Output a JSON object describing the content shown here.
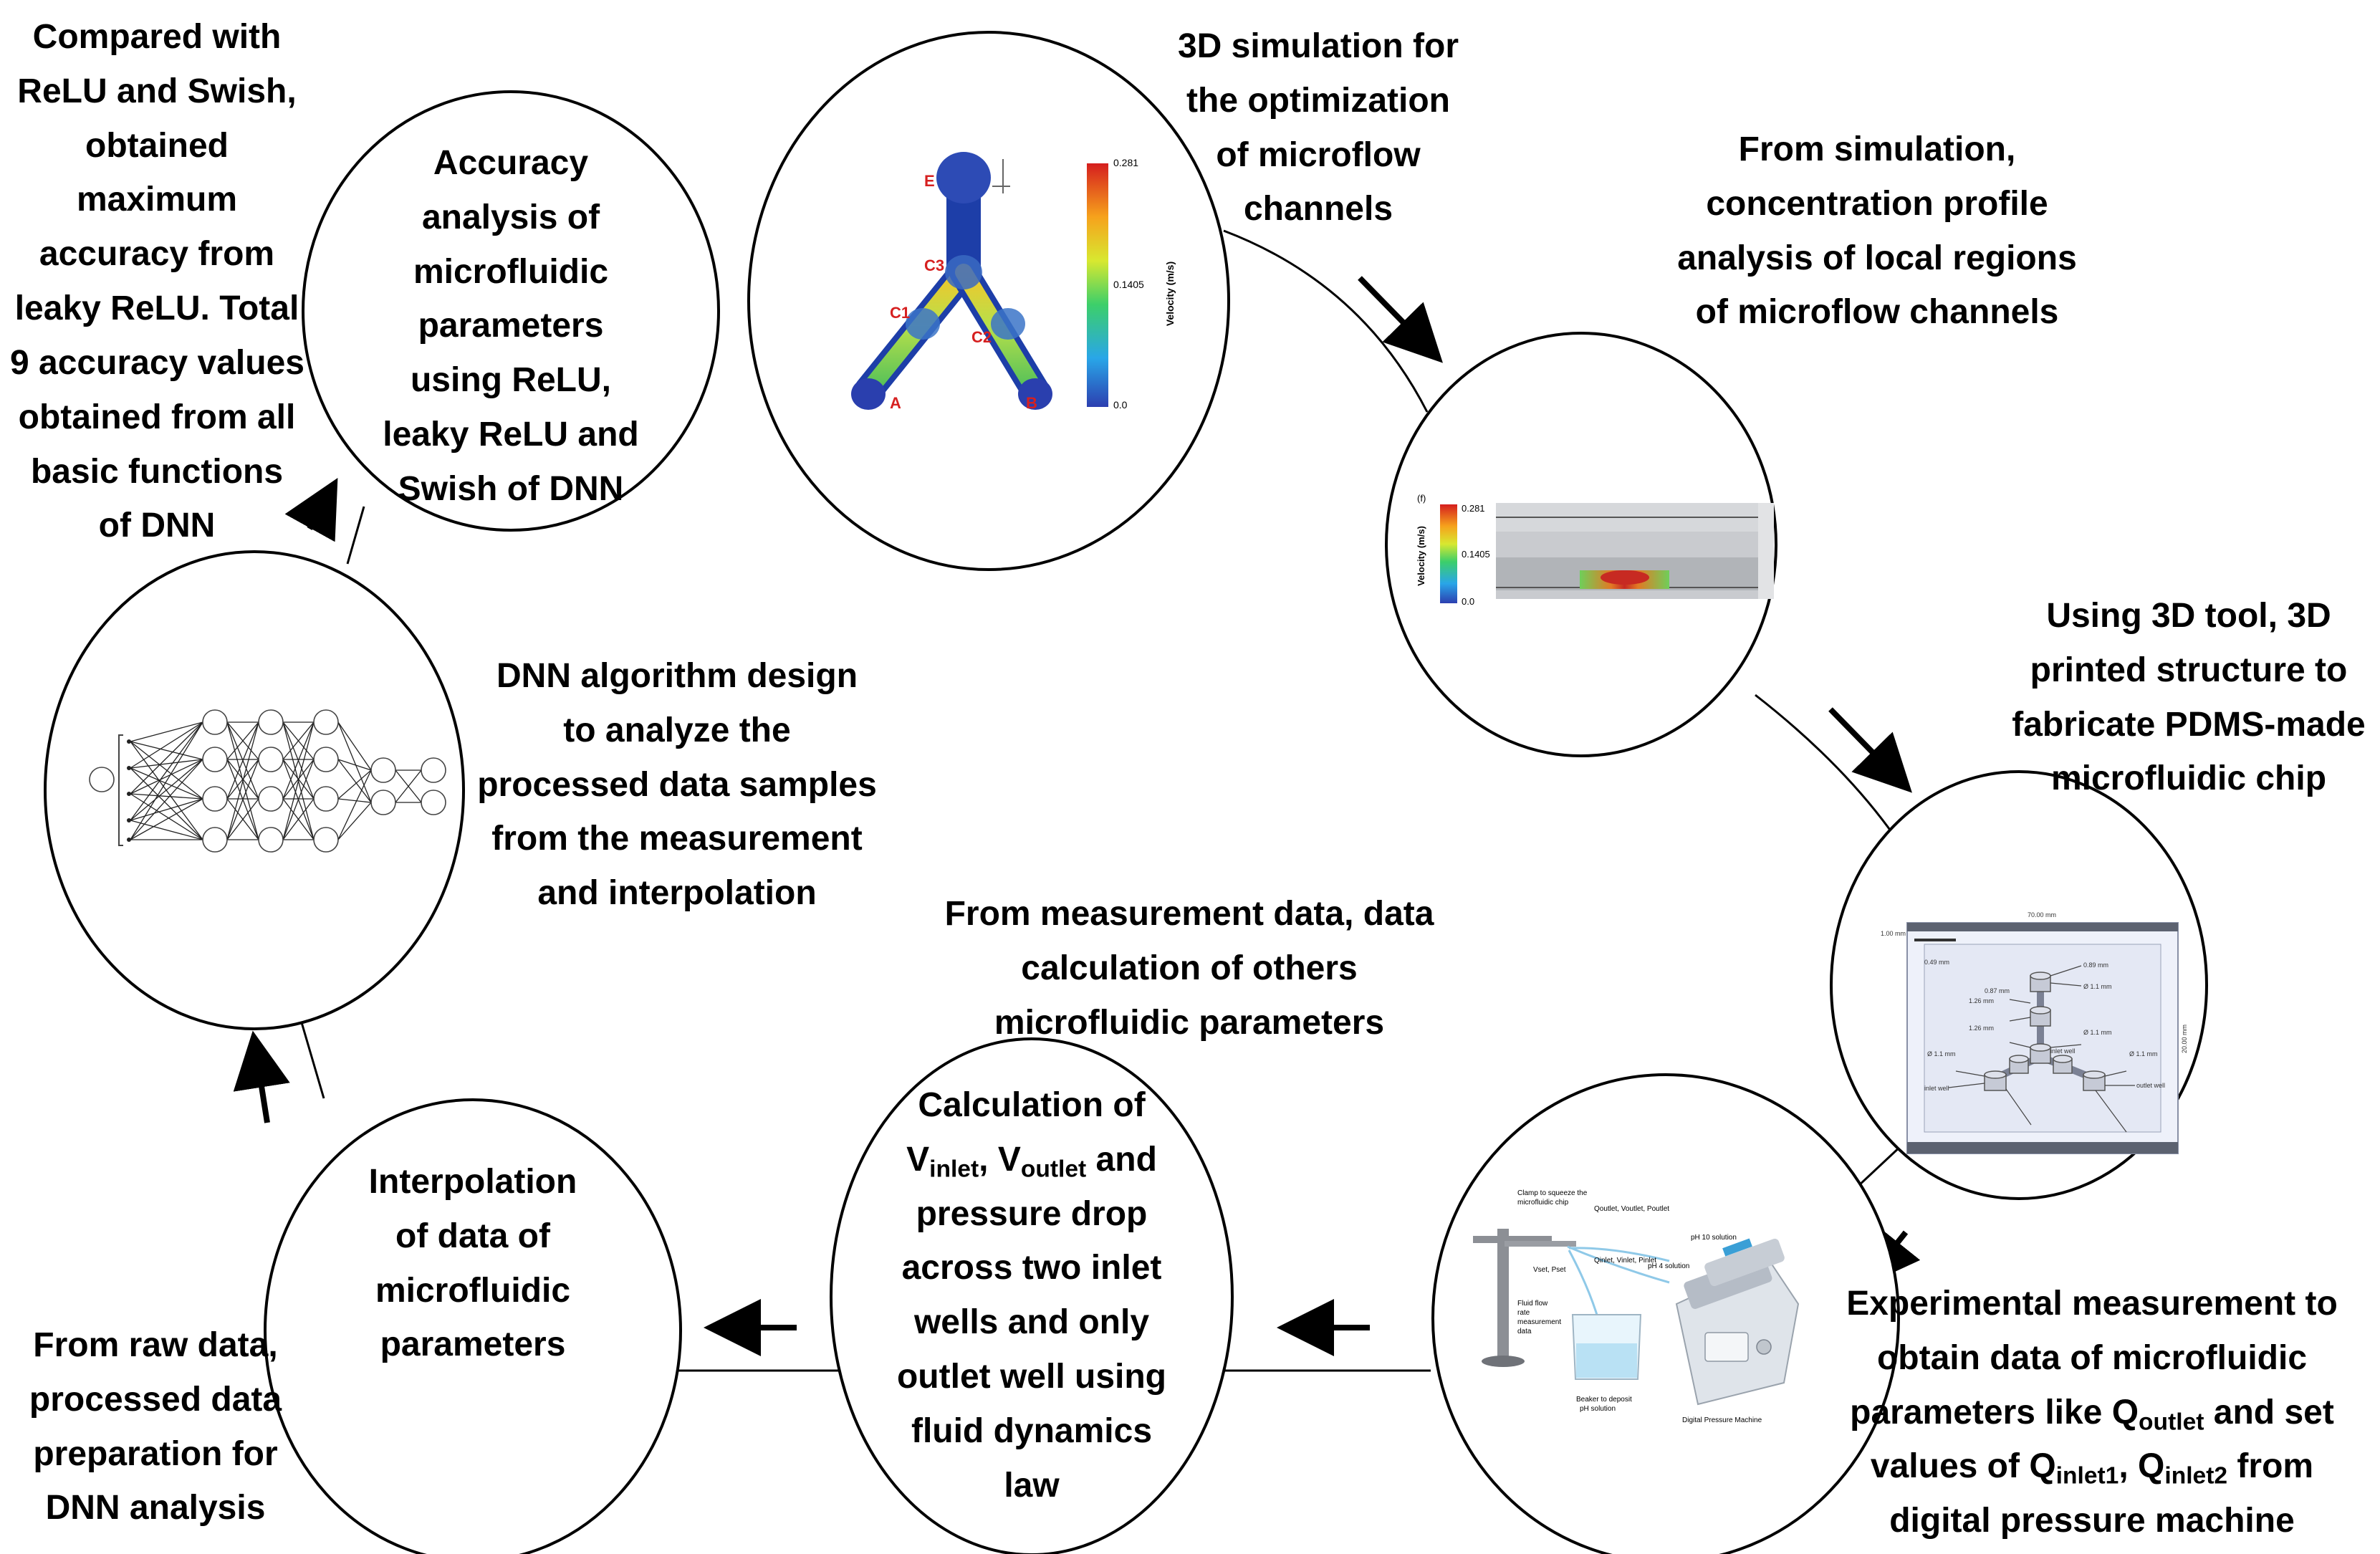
{
  "texts": {
    "relu_compare": [
      "Compared with",
      "ReLU and Swish,",
      "obtained",
      "maximum",
      "accuracy from",
      "leaky ReLU. Total",
      "9 accuracy values",
      "obtained from all",
      "basic functions",
      "of DNN"
    ],
    "accuracy_circle": [
      "Accuracy",
      "analysis of",
      "microfluidic",
      "parameters",
      "using ReLU,",
      "leaky ReLU and",
      "Swish of DNN"
    ],
    "sim3d": [
      "3D simulation for",
      "the optimization",
      "of microflow",
      "channels"
    ],
    "concentration": [
      "From simulation,",
      "concentration profile",
      "analysis of local regions",
      "of microflow channels"
    ],
    "dnn_design": [
      "DNN algorithm design",
      "to analyze the",
      "processed data samples",
      "from the measurement",
      "and interpolation"
    ],
    "printed": [
      "Using 3D tool, 3D",
      "printed structure to",
      "fabricate PDMS-made",
      "microfluidic chip"
    ],
    "measurement_calc": [
      "From measurement data, data",
      "calculation of others",
      "microfluidic parameters"
    ],
    "interpolation_circle": [
      "Interpolation",
      "of data of",
      "microfluidic",
      "parameters"
    ],
    "raw_data": [
      "From raw data,",
      "processed data",
      "preparation for",
      "DNN analysis"
    ],
    "calc_circle": {
      "line1": "Calculation of",
      "v": "V",
      "inlet": "inlet",
      "sep": ", ",
      "outlet": "outlet",
      "and": " and",
      "rest": [
        "pressure drop",
        "across two inlet",
        "wells and only",
        "outlet well using",
        "fluid dynamics",
        "law"
      ]
    },
    "experimental": {
      "line1": "Experimental measurement to",
      "line2": "obtain data of microfluidic",
      "l3a": "parameters like Q",
      "l3sub": "outlet",
      "l3b": " and set",
      "l4a": "values of Q",
      "l4sub1": "inlet1",
      "l4sep": ", Q",
      "l4sub2": "inlet2",
      "l4b": " from",
      "line5": "digital pressure machine"
    }
  },
  "sim3d_panel": {
    "labels": {
      "E": "E",
      "C3": "C3",
      "C1": "C1",
      "C2": "C2",
      "A": "A",
      "B": "B"
    },
    "colorbar": {
      "max": "0.281",
      "mid": "0.1405",
      "min": "0.0",
      "title": "Velocity (m/s)"
    }
  },
  "section_panel": {
    "colorbar": {
      "max": "0.281",
      "mid": "0.1405",
      "min": "0.0",
      "title": "Velocity (m/s)",
      "tag": "(f)"
    }
  },
  "chip_panel": {
    "dims": [
      "1.00 mm",
      "70.00 mm",
      "0.49 mm",
      "0.87 mm",
      "1.26 mm",
      "1.26 mm",
      "Ø 1.1 mm",
      "Ø 1.1 mm",
      "Ø 1.1 mm",
      "Ø 1.1 mm",
      "0.89 mm",
      "20.00 mm",
      "inlet well",
      "outlet well",
      "inlet well"
    ]
  },
  "setup_panel": {
    "labels": {
      "clamp": [
        "Clamp to squeeze the",
        "microfluidic chip"
      ],
      "q_outlet": "Qoutlet, Voutlet, Poutlet",
      "ph10": "pH 10 solution",
      "ph4": "pH 4 solution",
      "q_inlet": "Qinlet, Vinlet, Pinlet",
      "v_set": "Vset, Pset",
      "fluid_flow": [
        "Fluid flow",
        "rate",
        "measurement",
        "data"
      ],
      "beaker": [
        "Beaker to deposit",
        "pH solution"
      ],
      "machine": "Digital Pressure Machine"
    }
  }
}
